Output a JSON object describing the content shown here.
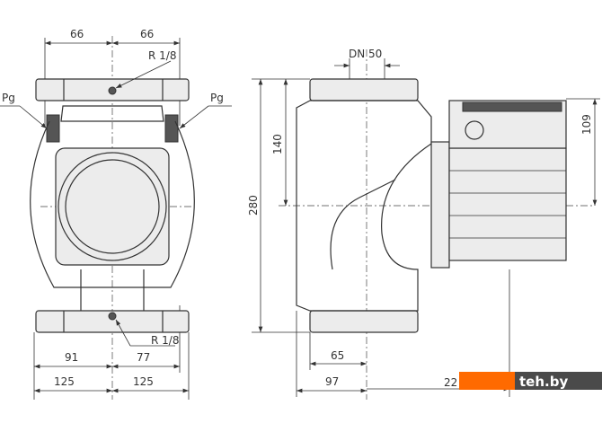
{
  "left_view": {
    "dim_top_left": "66",
    "dim_top_right": "66",
    "r_top": "R 1/8",
    "pg_left": "Pg",
    "pg_right": "Pg",
    "r_bottom": "R 1/8",
    "dim_bottom_left": "91",
    "dim_bottom_right": "77",
    "dim_overall_left": "125",
    "dim_overall_right": "125"
  },
  "side_view": {
    "dn": "DN 50",
    "height_total": "280",
    "height_axis": "140",
    "height_box": "109",
    "dim_65": "65",
    "dim_97": "97",
    "dim_22": "22"
  },
  "watermark": {
    "text": "teh.by",
    "orange": "#ff6a00",
    "dark": "#4a4a4a"
  }
}
